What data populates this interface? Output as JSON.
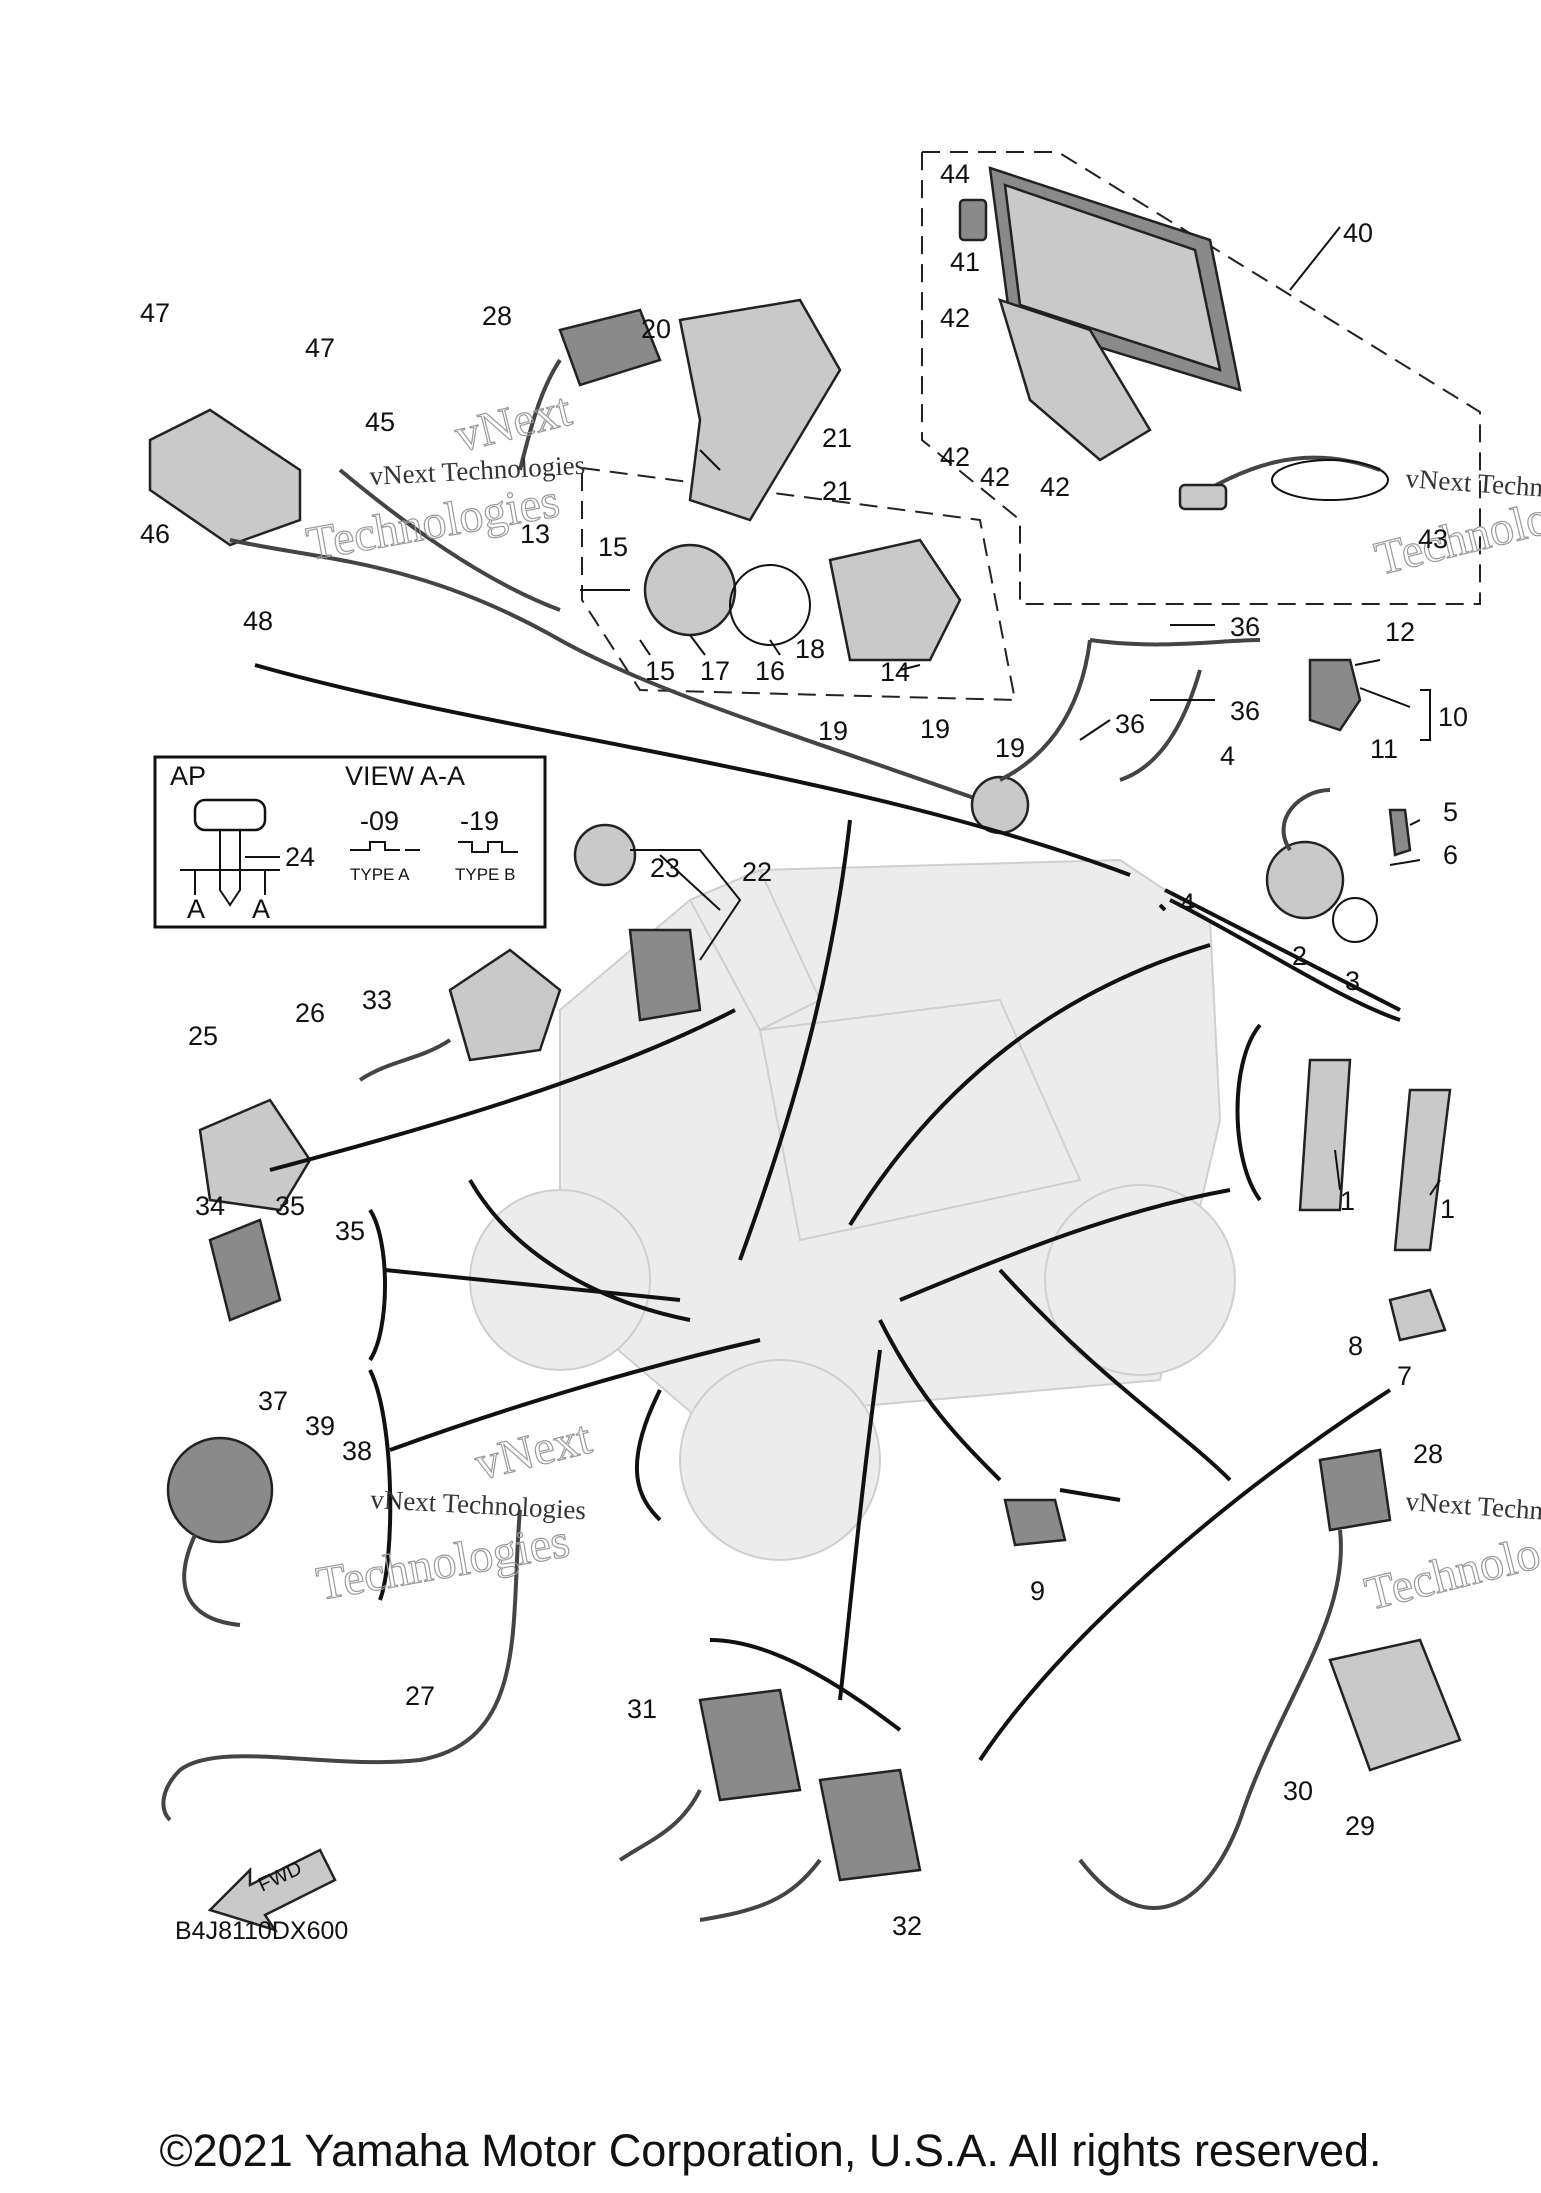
{
  "drawing_number": "B4J8110DX600",
  "copyright": "©2021 Yamaha Motor Corporation, U.S.A. All rights reserved.",
  "watermarks": [
    "vNext Technologies",
    "vNext",
    "Technologies"
  ],
  "key_inset": {
    "region": "AP",
    "view": "VIEW A-A",
    "variants": [
      {
        "suffix": "-09",
        "type": "TYPE A"
      },
      {
        "suffix": "-19",
        "type": "TYPE B"
      }
    ],
    "section_mark": "A",
    "part_ref": "24"
  },
  "fwd_label": "FWD",
  "callouts": {
    "c1a": "1",
    "c1b": "1",
    "c2": "2",
    "c3": "3",
    "c4a": "4",
    "c4b": "4",
    "c5": "5",
    "c6": "6",
    "c7": "7",
    "c8": "8",
    "c9": "9",
    "c10": "10",
    "c11": "11",
    "c12": "12",
    "c13": "13",
    "c14": "14",
    "c15a": "15",
    "c15b": "15",
    "c16": "16",
    "c17": "17",
    "c18": "18",
    "c19a": "19",
    "c19b": "19",
    "c19c": "19",
    "c20": "20",
    "c21a": "21",
    "c21b": "21",
    "c22": "22",
    "c23": "23",
    "c24": "24",
    "c25": "25",
    "c26": "26",
    "c27": "27",
    "c28a": "28",
    "c28b": "28",
    "c29": "29",
    "c30": "30",
    "c31": "31",
    "c32": "32",
    "c33": "33",
    "c34": "34",
    "c35a": "35",
    "c35b": "35",
    "c36a": "36",
    "c36b": "36",
    "c36c": "36",
    "c37": "37",
    "c38": "38",
    "c39": "39",
    "c40": "40",
    "c41": "41",
    "c42a": "42",
    "c42b": "42",
    "c42c": "42",
    "c42d": "42",
    "c43": "43",
    "c44": "44",
    "c45": "45",
    "c46": "46",
    "c47a": "47",
    "c47b": "47",
    "c48": "48"
  }
}
